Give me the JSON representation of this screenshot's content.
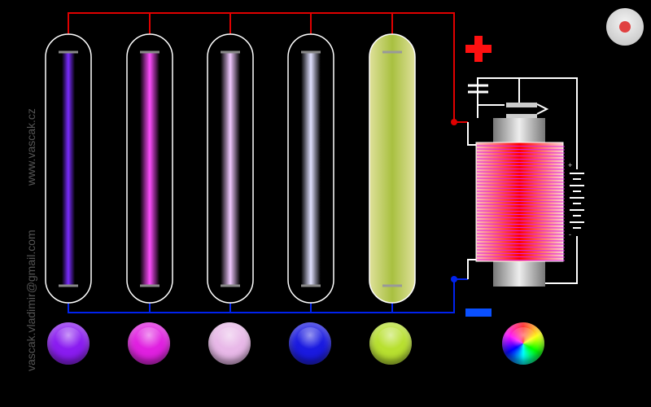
{
  "credits": {
    "website": "www.vascak.cz",
    "email": "vascak.vladimir@gmail.com"
  },
  "battery": {
    "plus": "+",
    "minus": "-"
  },
  "tubes": [
    {
      "gas": "tube-1",
      "colors": [
        "#7a2cff",
        "#4a10b0"
      ]
    },
    {
      "gas": "tube-2",
      "colors": [
        "#ff4cff",
        "#c010d0"
      ]
    },
    {
      "gas": "tube-3",
      "colors": [
        "#f0c0ff",
        "#b060e0"
      ]
    },
    {
      "gas": "tube-4",
      "colors": [
        "#d8d8ff",
        "#3030c0"
      ]
    },
    {
      "gas": "tube-5",
      "colors": [
        "#a8c040",
        "#d8dc90"
      ]
    }
  ],
  "gas_buttons": [
    {
      "id": "violet",
      "color": "#8a1cf0"
    },
    {
      "id": "magenta",
      "color": "#e020e0"
    },
    {
      "id": "pink",
      "color": "#e8b8e8"
    },
    {
      "id": "blue",
      "color": "#1a1ae0"
    },
    {
      "id": "yellow-green",
      "color": "#b8e030"
    },
    {
      "id": "rainbow",
      "color": "#40c040"
    }
  ],
  "colors": {
    "positive": "#ff0000",
    "negative": "#0033ff",
    "wire": "#ffffff"
  }
}
